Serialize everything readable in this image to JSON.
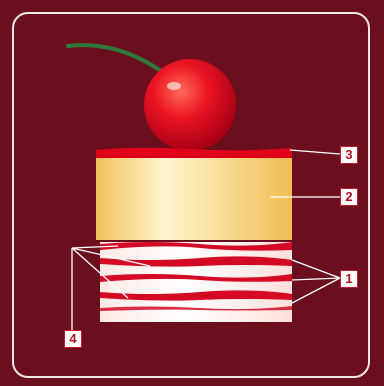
{
  "labels": {
    "layer_1": "1",
    "layer_2": "2",
    "layer_3": "3",
    "layer_4": "4"
  },
  "colors": {
    "background": "#6b0f1e",
    "frame": "#f3e6e6",
    "cherry": "#e8101e",
    "stem": "#2f7a3a",
    "sponge_light": "#fff4c8",
    "sponge_dark": "#f2c25a",
    "glaze": "#e0001a",
    "cream": "#fff3ef",
    "jam": "#d40a24",
    "leader_line": "#ffffff",
    "label_text": "#b01022"
  }
}
